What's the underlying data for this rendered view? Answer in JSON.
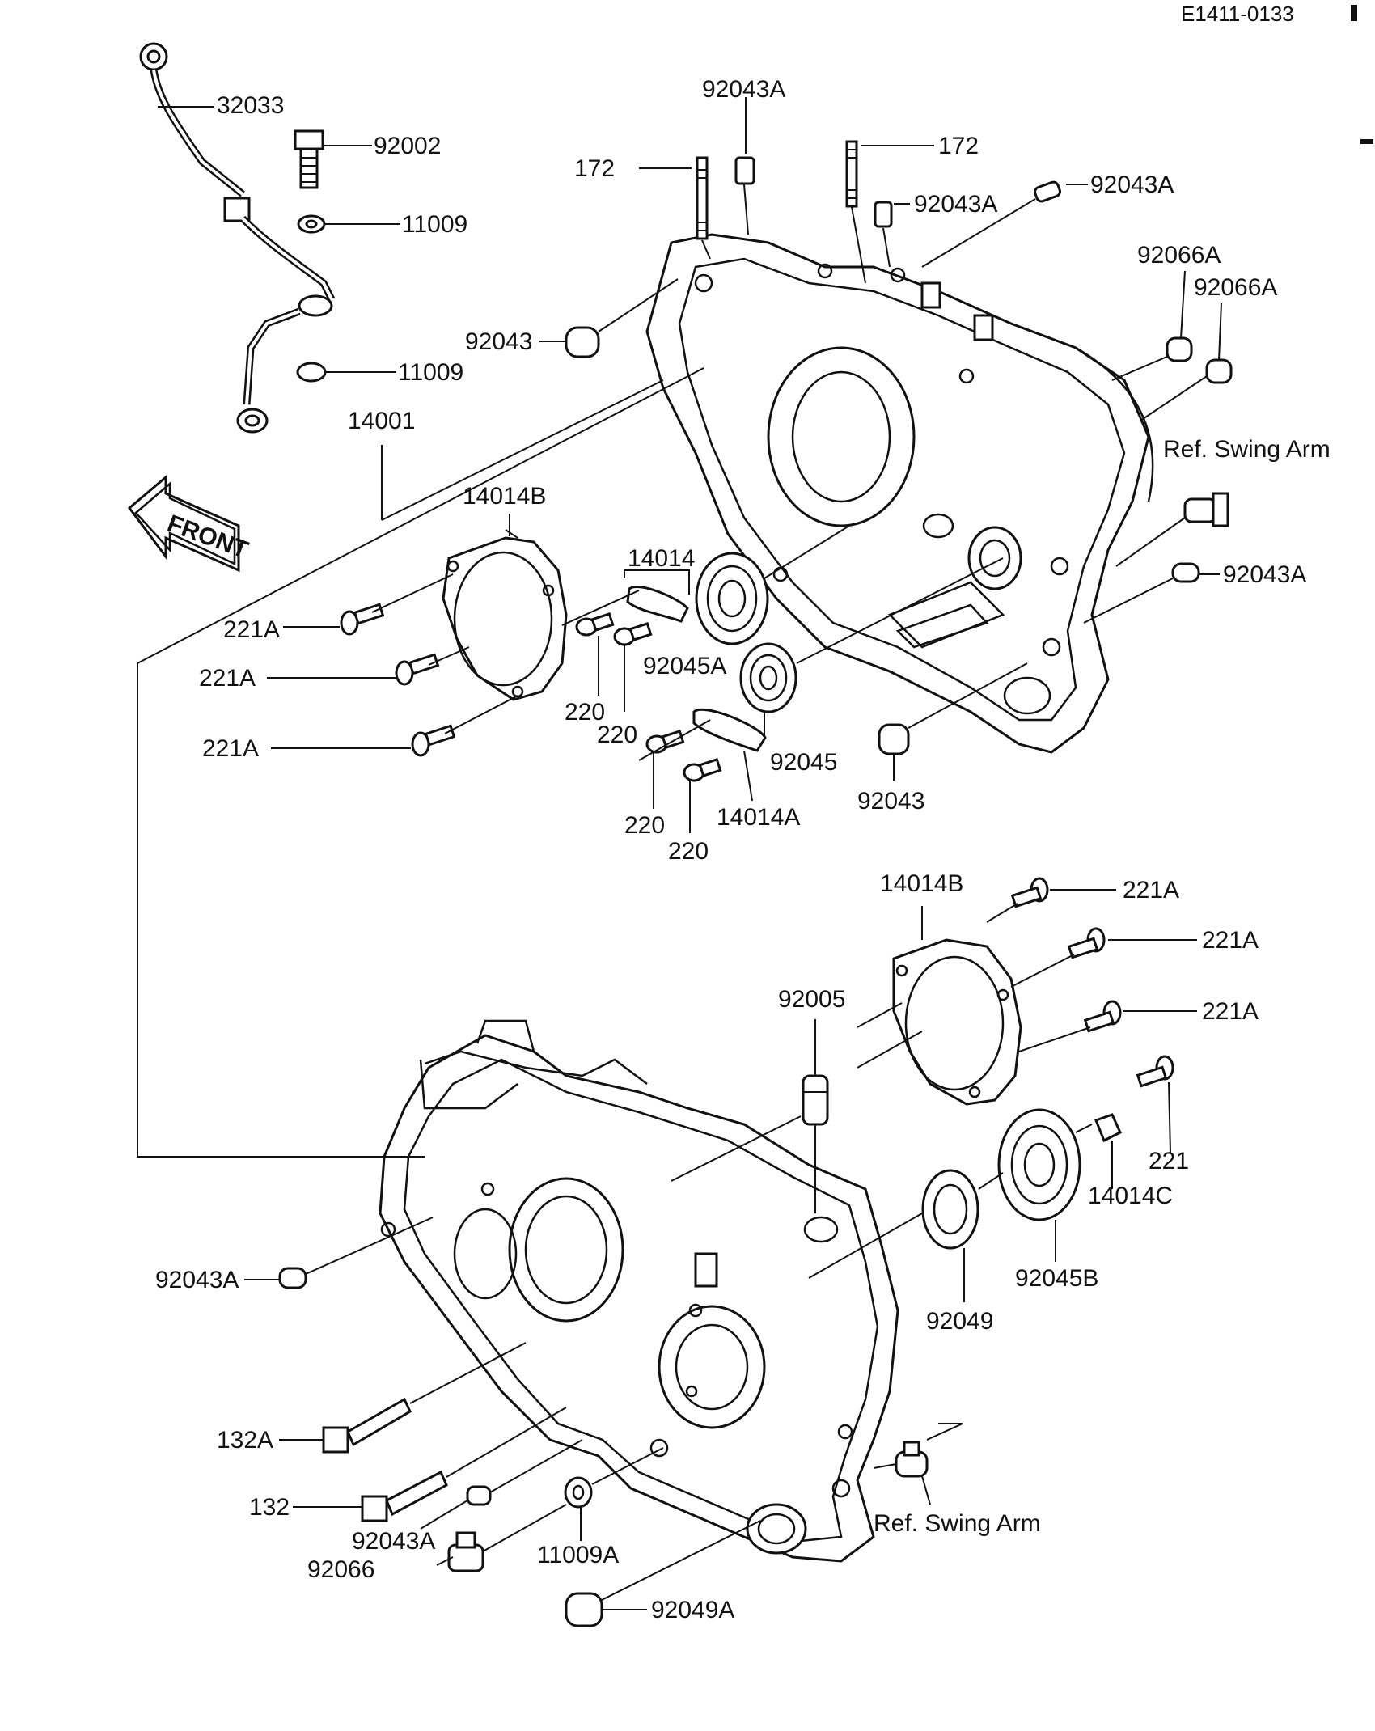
{
  "diagram_code": "E1411-0133",
  "front_label": "FRONT",
  "parts": {
    "p32033": "32033",
    "p92002": "92002",
    "p11009_a": "11009",
    "p11009_b": "11009",
    "p14001": "14001",
    "p92043A_top": "92043A",
    "p172_left": "172",
    "p172_right": "172",
    "p92043A_mid": "92043A",
    "p92043A_right": "92043A",
    "p92066A_a": "92066A",
    "p92066A_b": "92066A",
    "p92043_upper": "92043",
    "ref_swing_arm_top": "Ref. Swing Arm",
    "p92043A_r2": "92043A",
    "p14014B_upper": "14014B",
    "p14014": "14014",
    "p221A_1": "221A",
    "p221A_2": "221A",
    "p221A_3": "221A",
    "p220_1": "220",
    "p220_2": "220",
    "p220_3": "220",
    "p220_4": "220",
    "p92045A": "92045A",
    "p92045": "92045",
    "p14014A": "14014A",
    "p92043_lower": "92043",
    "p14014B_lower": "14014B",
    "p221A_4": "221A",
    "p221A_5": "221A",
    "p221A_6": "221A",
    "p92005": "92005",
    "p221": "221",
    "p14014C": "14014C",
    "p92045B": "92045B",
    "p92049": "92049",
    "p92043A_left": "92043A",
    "p132A": "132A",
    "p132": "132",
    "p92043A_bottom": "92043A",
    "p92066": "92066",
    "p11009A": "11009A",
    "p92049A": "92049A",
    "ref_swing_arm_bottom": "Ref. Swing Arm"
  }
}
